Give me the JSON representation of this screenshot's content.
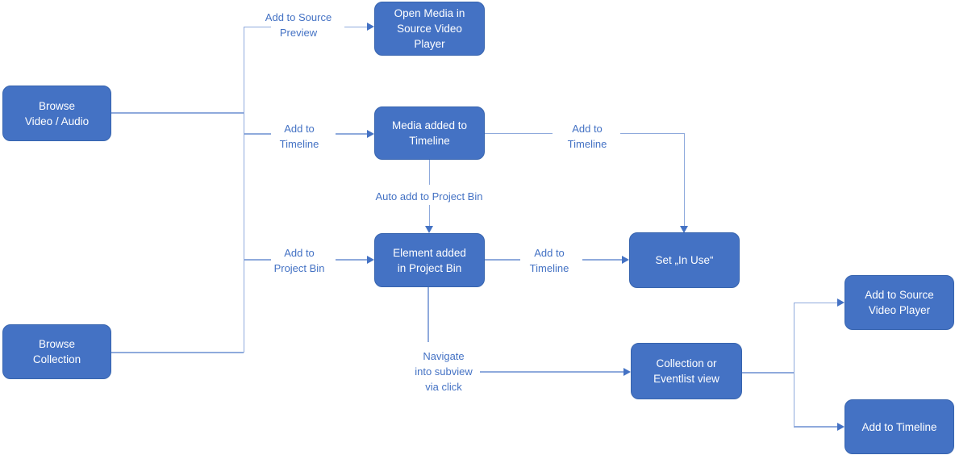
{
  "colors": {
    "box-fill": "#4472C4",
    "box-border": "#3764AE",
    "box-text": "#FFFFFF",
    "label-text": "#4472C4",
    "line": "#8FAADC",
    "arrow": "#4472C4",
    "bg": "#FFFFFF"
  },
  "nodes": {
    "browse_video": {
      "label": "Browse\nVideo / Audio"
    },
    "browse_collection": {
      "label": "Browse\nCollection"
    },
    "open_media": {
      "label": "Open Media in\nSource Video\nPlayer"
    },
    "media_added": {
      "label": "Media added to\nTimeline"
    },
    "element_added": {
      "label": "Element added\nin Project Bin"
    },
    "set_in_use": {
      "label": "Set „In Use“"
    },
    "collection_eventlist": {
      "label": "Collection or\nEventlist view"
    },
    "add_source_player": {
      "label": "Add to Source\nVideo Player"
    },
    "add_timeline": {
      "label": "Add to Timeline"
    }
  },
  "edge_labels": {
    "add_to_source_preview": {
      "text": "Add to Source\nPreview"
    },
    "add_to_timeline_media": {
      "text": "Add to\nTimeline"
    },
    "add_to_timeline_inuse": {
      "text": "Add to\nTimeline"
    },
    "auto_add_project_bin": {
      "text": "Auto add to Project Bin"
    },
    "add_to_project_bin": {
      "text": "Add to\nProject Bin"
    },
    "add_to_timeline_element": {
      "text": "Add to\nTimeline"
    },
    "navigate_subview": {
      "text": "Navigate\ninto subview\nvia click"
    }
  }
}
